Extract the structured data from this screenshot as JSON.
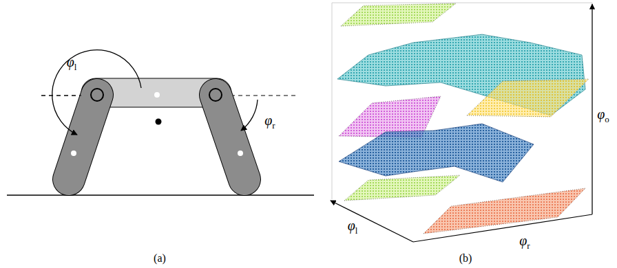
{
  "diagram": {
    "labels": [
      "φl",
      "φr",
      "φl",
      "φr",
      "φo",
      "(a)",
      "(b)"
    ]
  }
}
